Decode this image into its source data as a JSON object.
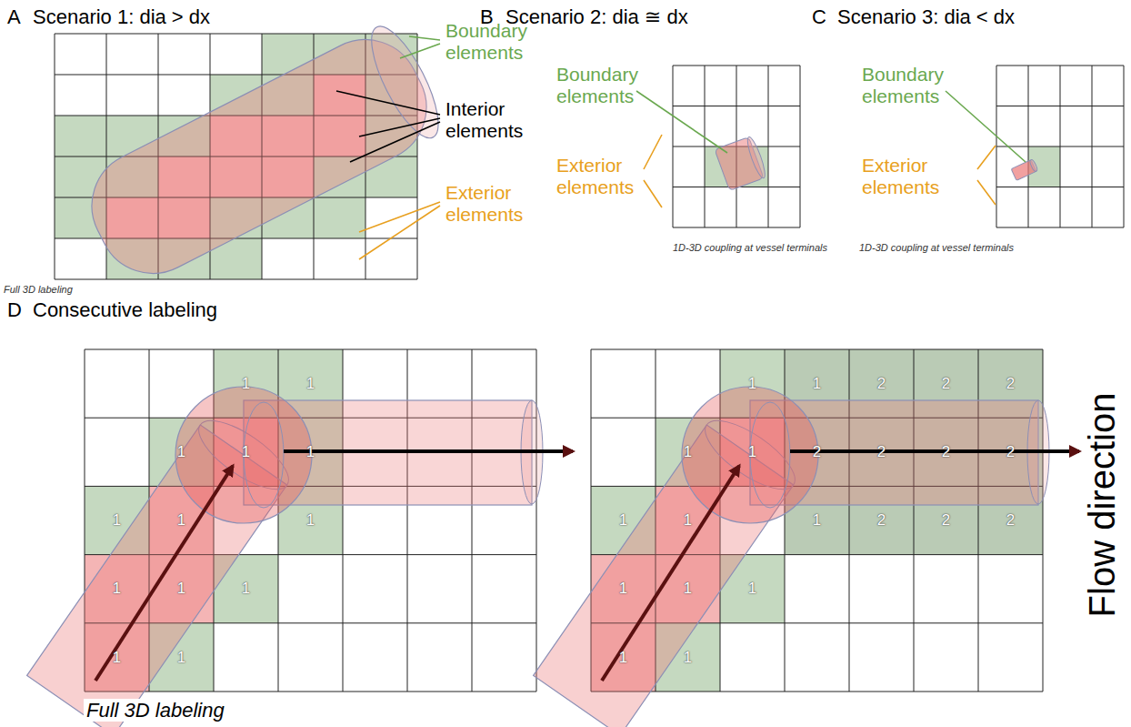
{
  "diagram": {
    "labels": [
      "A",
      "Scenario 1: dia > dx",
      "Boundary elements",
      "Interior elements",
      "Exterior elements",
      "Full 3D labeling",
      "B",
      "Scenario 2: dia ≅ dx",
      "Boundary elements",
      "Exterior elements",
      "1D-3D coupling at vessel terminals",
      "C",
      "Scenario 3: dia < dx",
      "Boundary elements",
      "Exterior elements",
      "1D-3D coupling at vessel terminals",
      "D",
      "Consecutive labeling",
      "Full 3D labeling",
      "Flow direction",
      "1",
      "1",
      "1",
      "1",
      "1",
      "1",
      "1",
      "1",
      "1",
      "1",
      "1",
      "1",
      "1",
      "1",
      "1",
      "2",
      "2",
      "2",
      "1",
      "1",
      "2",
      "2",
      "2",
      "2",
      "1",
      "1",
      "1",
      "2",
      "2",
      "2",
      "1",
      "1",
      "1",
      "1",
      "1"
    ]
  }
}
